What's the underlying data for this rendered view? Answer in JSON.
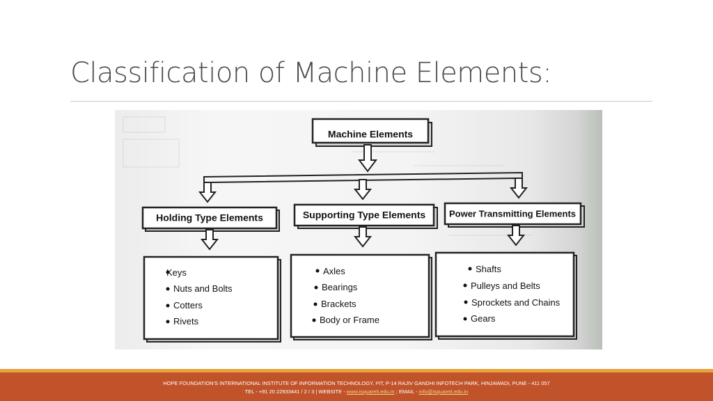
{
  "slide": {
    "title": "Classification of Machine Elements:"
  },
  "diagram": {
    "root": "Machine Elements",
    "categories": [
      {
        "label": "Holding Type Elements",
        "items": [
          "Keys",
          "Nuts and Bolts",
          "Cotters",
          "Rivets"
        ]
      },
      {
        "label": "Supporting Type Elements",
        "items": [
          "Axles",
          "Bearings",
          "Brackets",
          "Body or Frame"
        ]
      },
      {
        "label": "Power Transmitting Elements",
        "items": [
          "Shafts",
          "Pulleys and Belts",
          "Sprockets and Chains",
          "Gears"
        ]
      }
    ]
  },
  "footer": {
    "line1": "HOPE FOUNDATION'S INTERNATIONAL INSTITUTE OF INFORMATION TECHNOLOGY, I²IT, P-14 RAJIV GANDHI INFOTECH PARK, HINJAWADI, PUNE - 411 057",
    "line2_prefix": "TEL - +91 20 22933441 / 2 / 3  |  WEBSITE - ",
    "website": "www.isquareit.edu.in",
    "line2_mid": " ; EMAIL - ",
    "email": "info@isquareit.edu.in"
  },
  "colors": {
    "footer_bg": "#c1532a",
    "footer_accent": "#e8a23a",
    "title_text": "#4a4a4a"
  }
}
